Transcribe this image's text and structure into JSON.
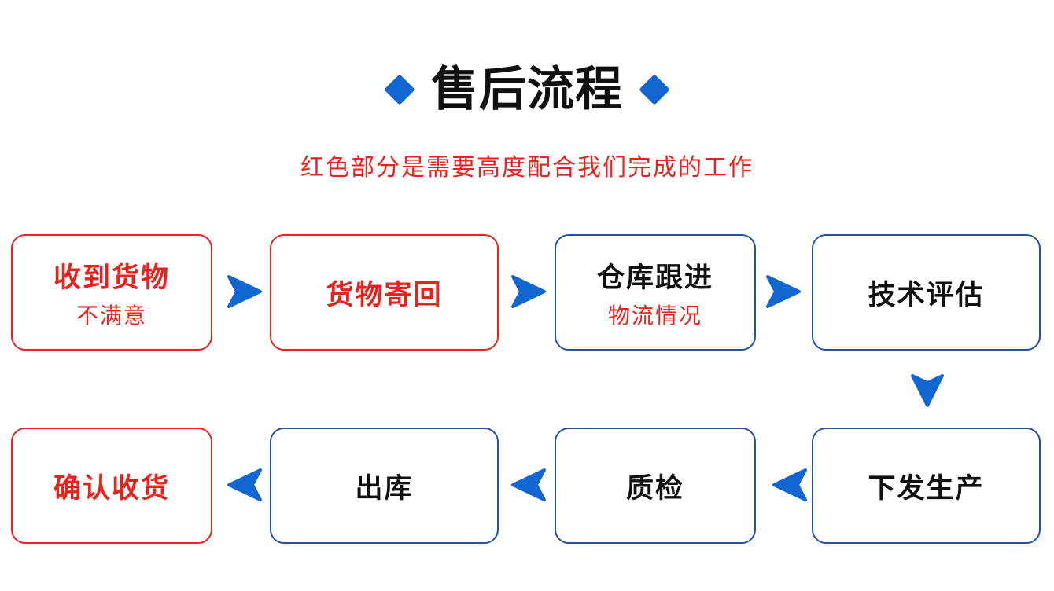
{
  "header": {
    "title": "售后流程",
    "subtitle": "红色部分是需要高度配合我们完成的工作"
  },
  "colors": {
    "arrow_blue": "#1266d1",
    "blue_box_border": "#2053a4",
    "red": "#e8231d",
    "title_black": "#111111"
  },
  "flow": {
    "nodes": [
      {
        "id": "receive-goods",
        "label": "收到货物",
        "sublabel": "不满意",
        "style": "red"
      },
      {
        "id": "return-goods",
        "label": "货物寄回",
        "sublabel": "",
        "style": "red"
      },
      {
        "id": "warehouse-followup",
        "label": "仓库跟进",
        "sublabel": "物流情况",
        "style": "blue"
      },
      {
        "id": "tech-evaluation",
        "label": "技术评估",
        "sublabel": "",
        "style": "blue"
      },
      {
        "id": "issue-production",
        "label": "下发生产",
        "sublabel": "",
        "style": "blue"
      },
      {
        "id": "quality-check",
        "label": "质检",
        "sublabel": "",
        "style": "blue"
      },
      {
        "id": "outbound",
        "label": "出库",
        "sublabel": "",
        "style": "blue"
      },
      {
        "id": "confirm-receipt",
        "label": "确认收货",
        "sublabel": "",
        "style": "red"
      }
    ]
  }
}
